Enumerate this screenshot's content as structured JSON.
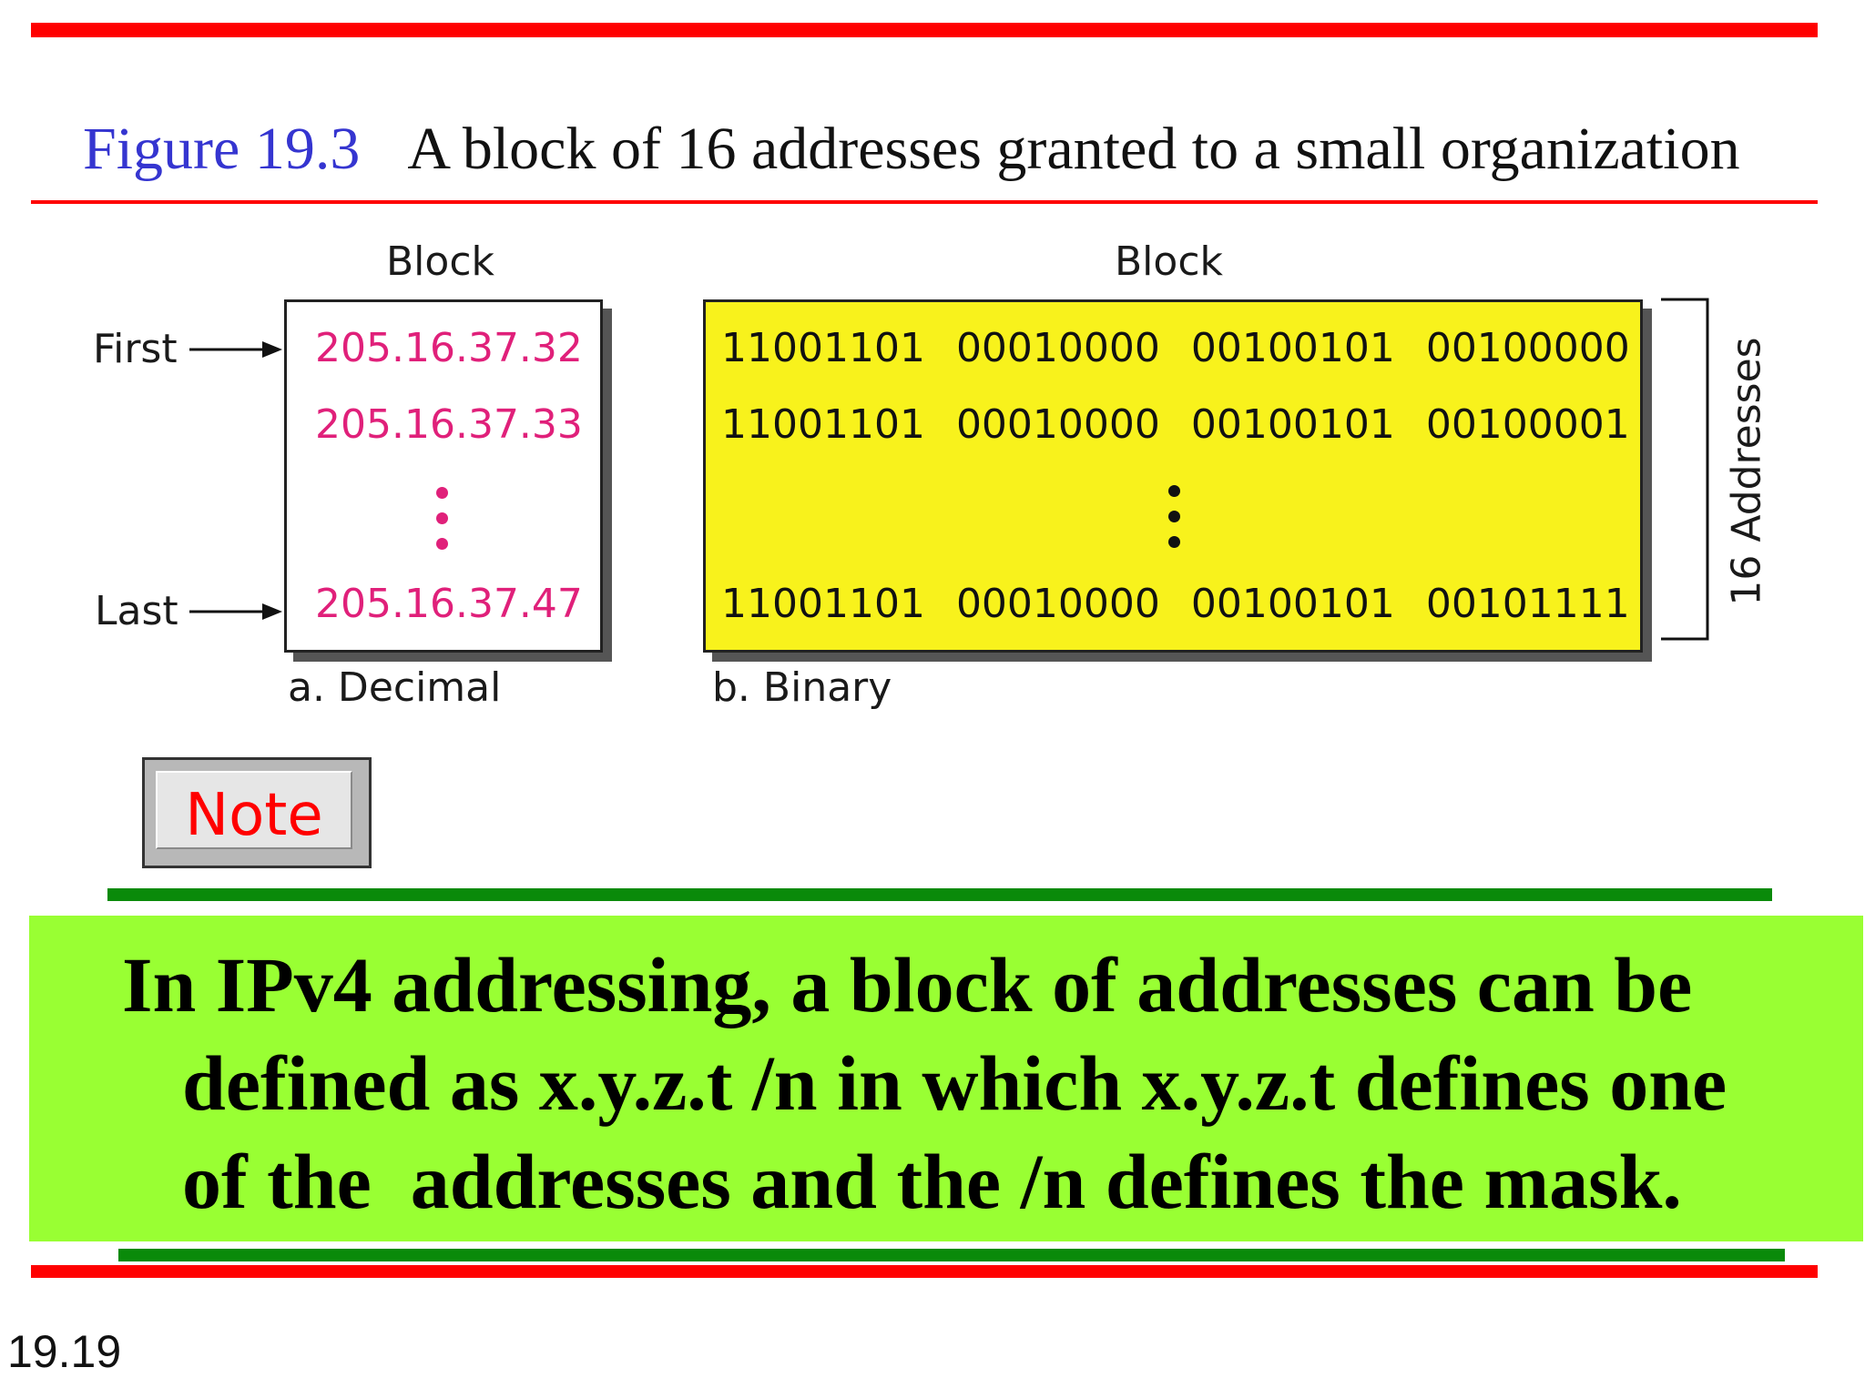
{
  "figure": {
    "number": "Figure 19.3",
    "caption": "A block of 16 addresses granted to a small organization"
  },
  "decimal_panel": {
    "heading": "Block",
    "caption": "a. Decimal",
    "first_label": "First",
    "last_label": "Last",
    "addresses": [
      "205.16.37.32",
      "205.16.37.33",
      "205.16.37.47"
    ]
  },
  "binary_panel": {
    "heading": "Block",
    "caption": "b. Binary",
    "side_label": "16 Addresses",
    "addresses": [
      "11001101 00010000 00100101 00100000",
      "11001101 00010000 00100101 00100001",
      "11001101 00010000 00100101 00101111"
    ]
  },
  "note": {
    "button_label": "Note",
    "lines": [
      "In IPv4 addressing, a block of addresses can be",
      "defined as x.y.z.t /n in which x.y.z.t defines one",
      "of the  addresses and the /n defines the mask."
    ]
  },
  "footer": {
    "page_number": "19.19"
  },
  "colors": {
    "rule": "#ff0000",
    "note_rule": "#0a8a0a",
    "note_panel": "#99ff33",
    "binary_fill": "#f8f21c",
    "decimal_text": "#e0207a",
    "figure_number": "#3535d0"
  }
}
